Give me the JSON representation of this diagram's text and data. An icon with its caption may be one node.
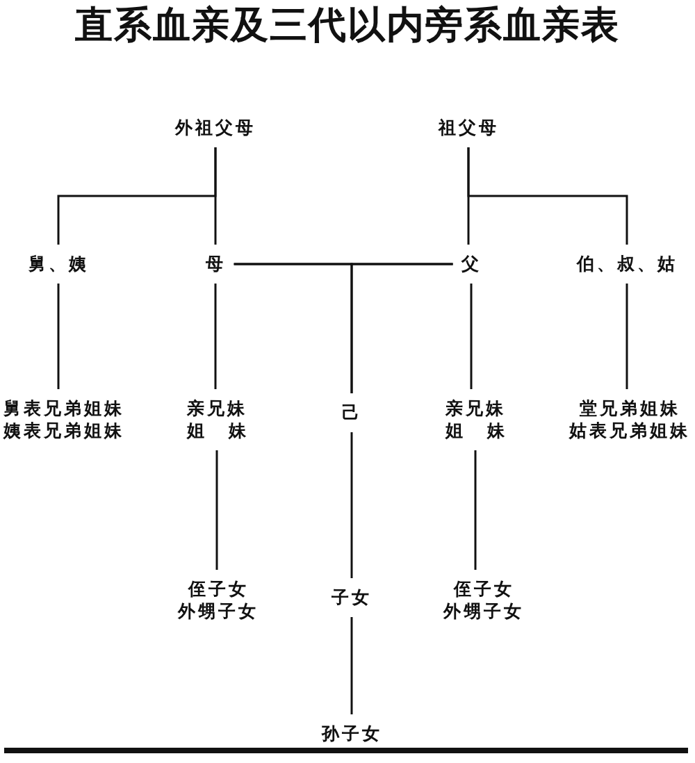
{
  "diagram": {
    "title": "直系血亲及三代以内旁系血亲表",
    "nodes": [
      {
        "text": [
          "外祖父母"
        ]
      },
      {
        "text": [
          "祖父母"
        ]
      },
      {
        "text": [
          "舅、姨"
        ]
      },
      {
        "text": [
          "母"
        ]
      },
      {
        "text": [
          "父"
        ]
      },
      {
        "text": [
          "伯、叔、姑"
        ]
      },
      {
        "text": [
          "舅表兄弟姐妹",
          "姨表兄弟姐妹"
        ]
      },
      {
        "text": [
          "亲兄妹",
          "姐 妹"
        ]
      },
      {
        "text": [
          "己"
        ]
      },
      {
        "text": [
          "亲兄妹",
          "姐 妹"
        ]
      },
      {
        "text": [
          "堂兄弟姐妹",
          "姑表兄弟姐妹"
        ]
      },
      {
        "text": [
          "侄子女",
          "外甥子女"
        ]
      },
      {
        "text": [
          "子女"
        ]
      },
      {
        "text": [
          "侄子女",
          "外甥子女"
        ]
      },
      {
        "text": [
          "孙子女"
        ]
      }
    ],
    "edges": [
      {
        "from": 0,
        "to": 2,
        "arrow": "none"
      },
      {
        "from": 0,
        "to": 3,
        "arrow": "none"
      },
      {
        "from": 1,
        "to": 4,
        "arrow": "none"
      },
      {
        "from": 1,
        "to": 5,
        "arrow": "none"
      },
      {
        "from": 3,
        "to": 4,
        "arrow": "none"
      },
      {
        "from": 3,
        "to": 8,
        "arrow": "none"
      },
      {
        "from": 4,
        "to": 8,
        "arrow": "none"
      },
      {
        "from": 2,
        "to": 6,
        "arrow": "none"
      },
      {
        "from": 3,
        "to": 7,
        "arrow": "none"
      },
      {
        "from": 4,
        "to": 9,
        "arrow": "none"
      },
      {
        "from": 5,
        "to": 10,
        "arrow": "none"
      },
      {
        "from": 7,
        "to": 11,
        "arrow": "none"
      },
      {
        "from": 8,
        "to": 12,
        "arrow": "none"
      },
      {
        "from": 9,
        "to": 13,
        "arrow": "none"
      },
      {
        "from": 12,
        "to": 14,
        "arrow": "none"
      }
    ]
  }
}
